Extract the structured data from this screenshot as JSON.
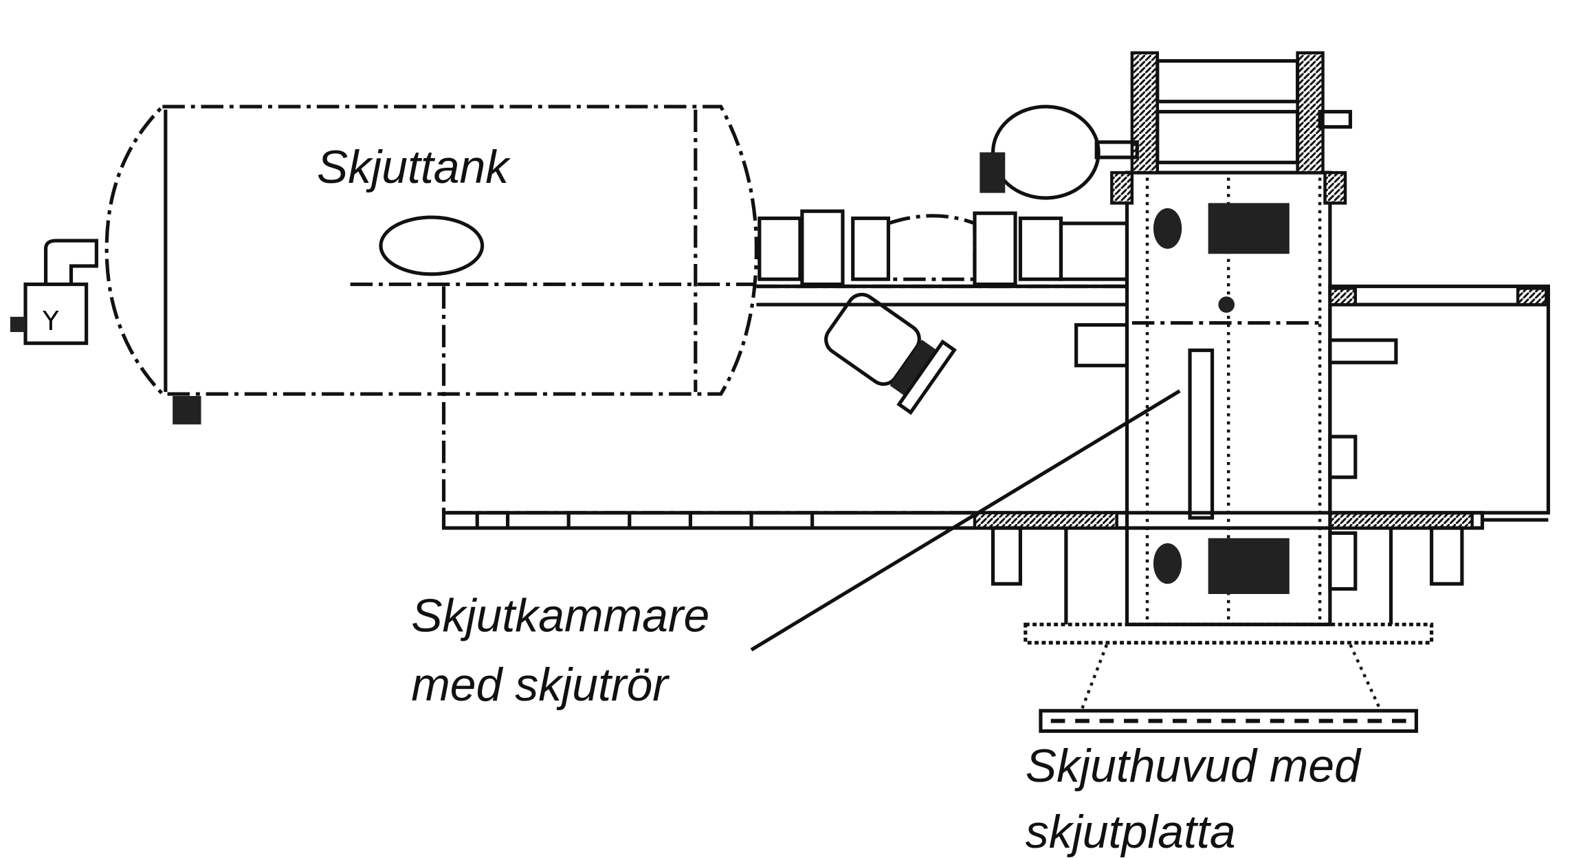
{
  "labels": {
    "tank": "Skjuttank",
    "chamber_line1": "Skjutkammare",
    "chamber_line2": "med skjutrör",
    "head_line1": "Skjuthuvud med",
    "head_line2": "skjutplatta"
  }
}
